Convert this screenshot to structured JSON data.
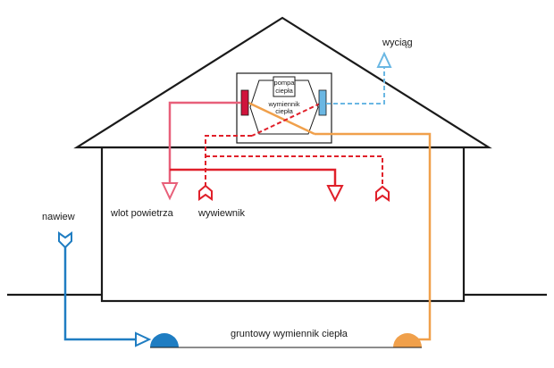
{
  "labels": {
    "exhaust": "wyciąg",
    "supply": "nawiew",
    "air_intake": "wlot powietrza",
    "extractor": "wywiewnik",
    "heat_pump_line1": "pompa",
    "heat_pump_line2": "ciepła",
    "heat_exchanger_line1": "wymiennik",
    "heat_exchanger_line2": "ciepła",
    "ground_exchanger": "gruntowy wymiennik ciepła"
  },
  "colors": {
    "outline": "#1a1a1a",
    "exhaust_air": "#6ab7e3",
    "supply_air": "#1f7dc2",
    "warm_red": "#e0202a",
    "intake_pink": "#e8607a",
    "ground_orange": "#f0a04b",
    "heat_pump_red": "#d0143c"
  }
}
